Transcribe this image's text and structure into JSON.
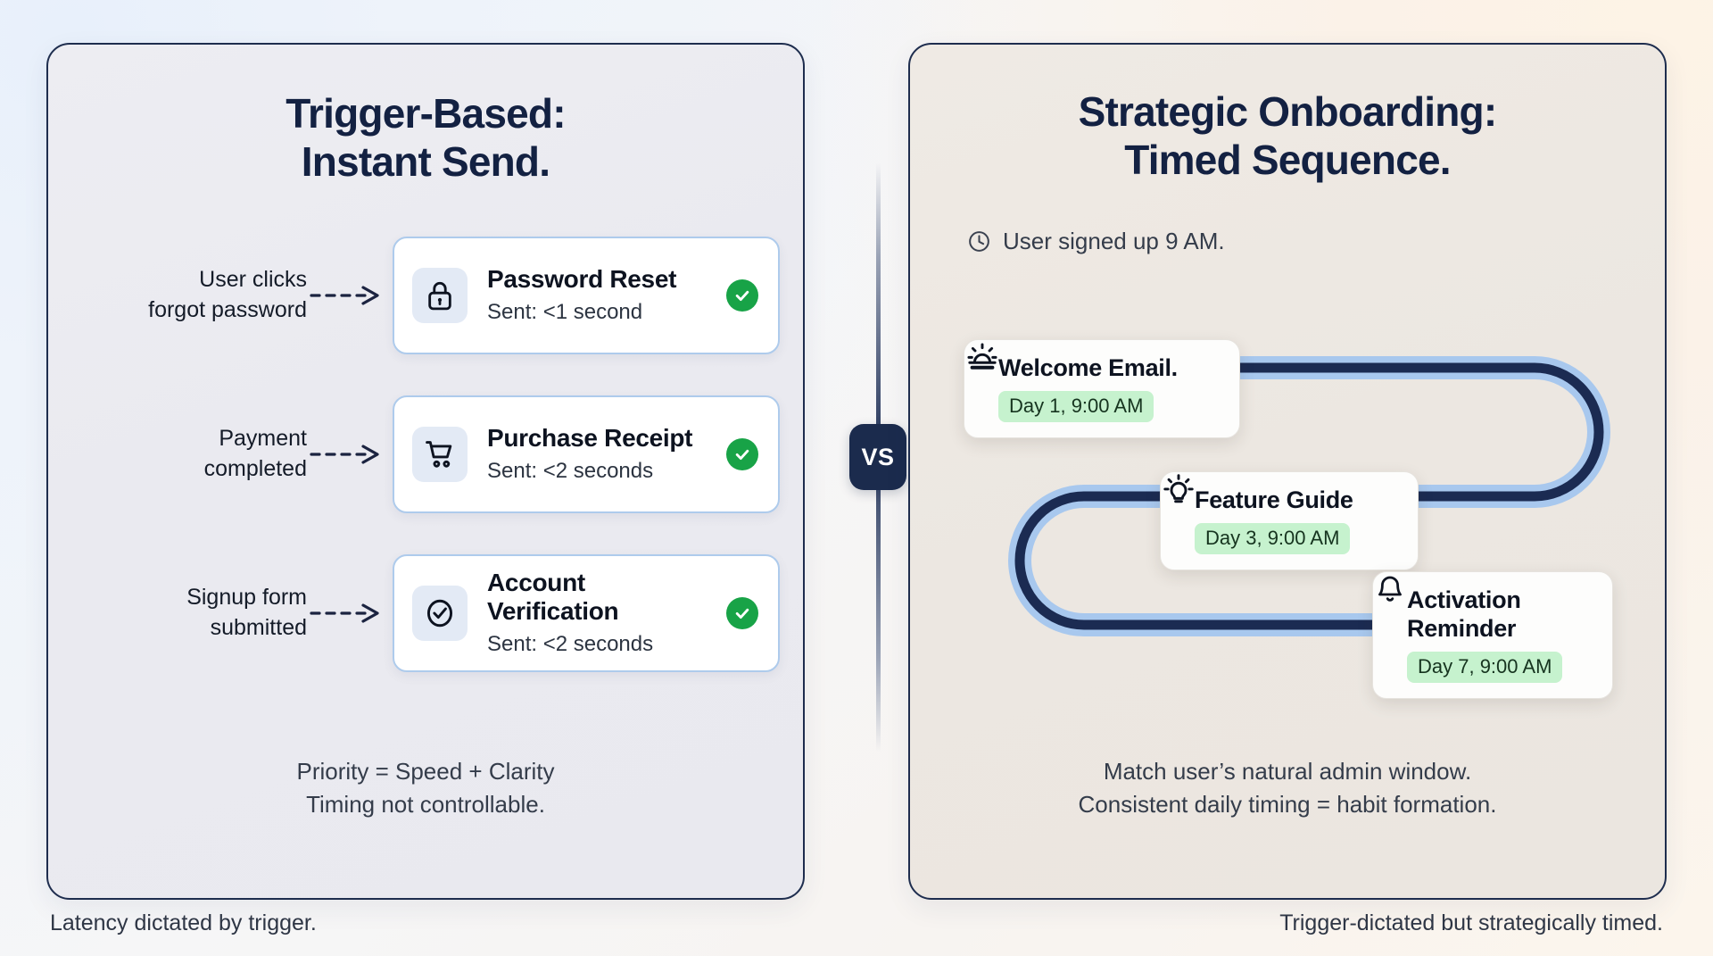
{
  "left_panel": {
    "title_line1": "Trigger-Based:",
    "title_line2": "Instant Send.",
    "rows": [
      {
        "trigger_line1": "User clicks",
        "trigger_line2": "forgot password",
        "icon": "lock-icon",
        "title": "Password Reset",
        "status": "Sent: <1 second",
        "check": "check-icon"
      },
      {
        "trigger_line1": "Payment",
        "trigger_line2": "completed",
        "icon": "shopping-cart-icon",
        "title": "Purchase Receipt",
        "status": "Sent: <2 seconds",
        "check": "check-icon"
      },
      {
        "trigger_line1": "Signup form",
        "trigger_line2": "submitted",
        "icon": "check-circle-icon",
        "title": "Account Verification",
        "status": "Sent: <2 seconds",
        "check": "check-icon"
      }
    ],
    "footnote_line1": "Priority = Speed + Clarity",
    "footnote_line2": "Timing not controllable."
  },
  "right_panel": {
    "title_line1": "Strategic Onboarding:",
    "title_line2": "Timed Sequence.",
    "signup_note": "User signed up 9 AM.",
    "signup_icon": "clock-icon",
    "nodes": [
      {
        "icon": "sunrise-icon",
        "title": "Welcome Email.",
        "badge": "Day 1, 9:00 AM"
      },
      {
        "icon": "lightbulb-icon",
        "title": "Feature Guide",
        "badge": "Day 3, 9:00 AM"
      },
      {
        "icon": "bell-icon",
        "title": "Activation Reminder",
        "badge": "Day 7, 9:00 AM"
      }
    ],
    "footnote_line1": "Match user’s natural admin window.",
    "footnote_line2": "Consistent daily timing = habit formation."
  },
  "divider": {
    "label": "VS"
  },
  "captions": {
    "left": "Latency dictated by trigger.",
    "right": "Trigger-dictated but strategically timed."
  },
  "colors": {
    "navy": "#132142",
    "card_border_blue": "#aecbec",
    "green_check": "#18a347",
    "badge_green": "#c6f2ce",
    "path_dark": "#1b2b52",
    "path_glow": "#a8c8ee",
    "left_panel_bg": "#ededf2",
    "right_panel_bg": "#efeae4"
  }
}
